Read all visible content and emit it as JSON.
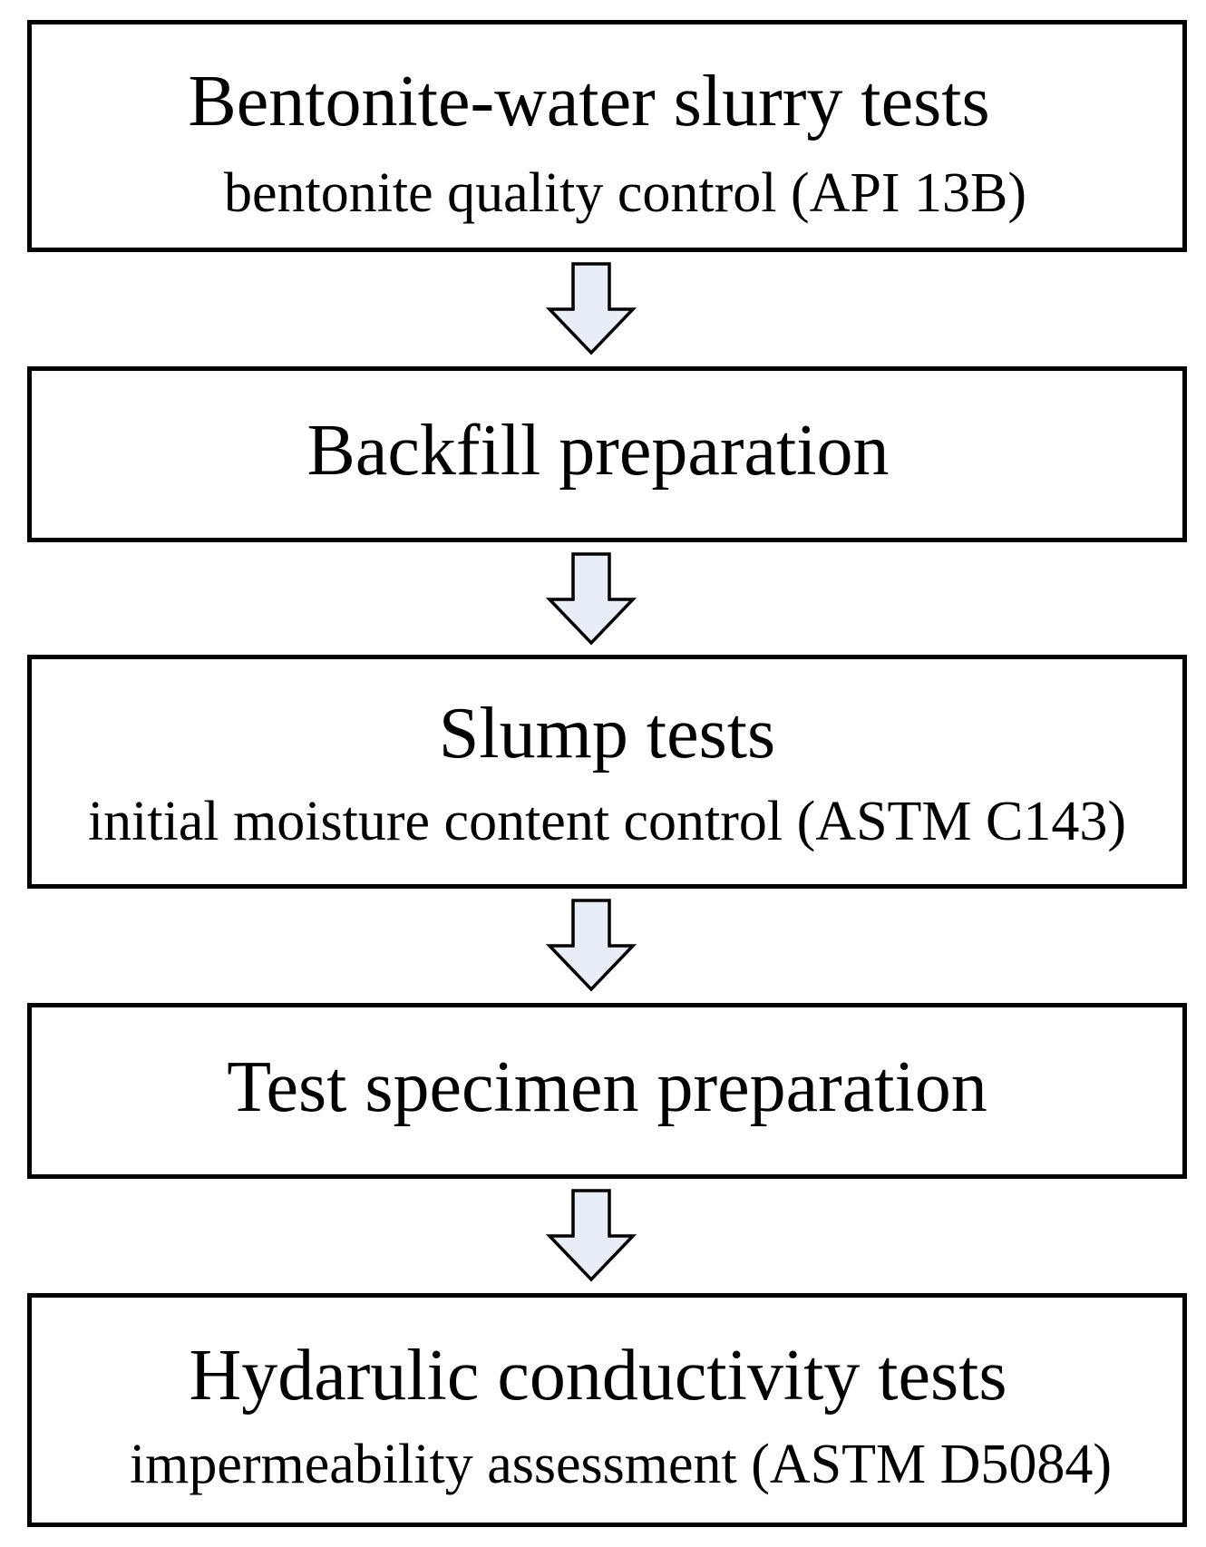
{
  "steps": [
    {
      "title": "Bentonite-water slurry tests",
      "subtitle": "bentonite quality control (API 13B)"
    },
    {
      "title": "Backfill preparation"
    },
    {
      "title": "Slump tests",
      "subtitle": "initial moisture content control  (ASTM C143)"
    },
    {
      "title": "Test specimen preparation"
    },
    {
      "title": "Hydarulic conductivity tests",
      "subtitle": "impermeability assessment (ASTM D5084)"
    }
  ],
  "arrow_icon": "down-arrow-icon",
  "colors": {
    "border": "#000000",
    "arrow_fill": "#e8eef8",
    "arrow_stroke": "#000000",
    "background": "#ffffff"
  }
}
